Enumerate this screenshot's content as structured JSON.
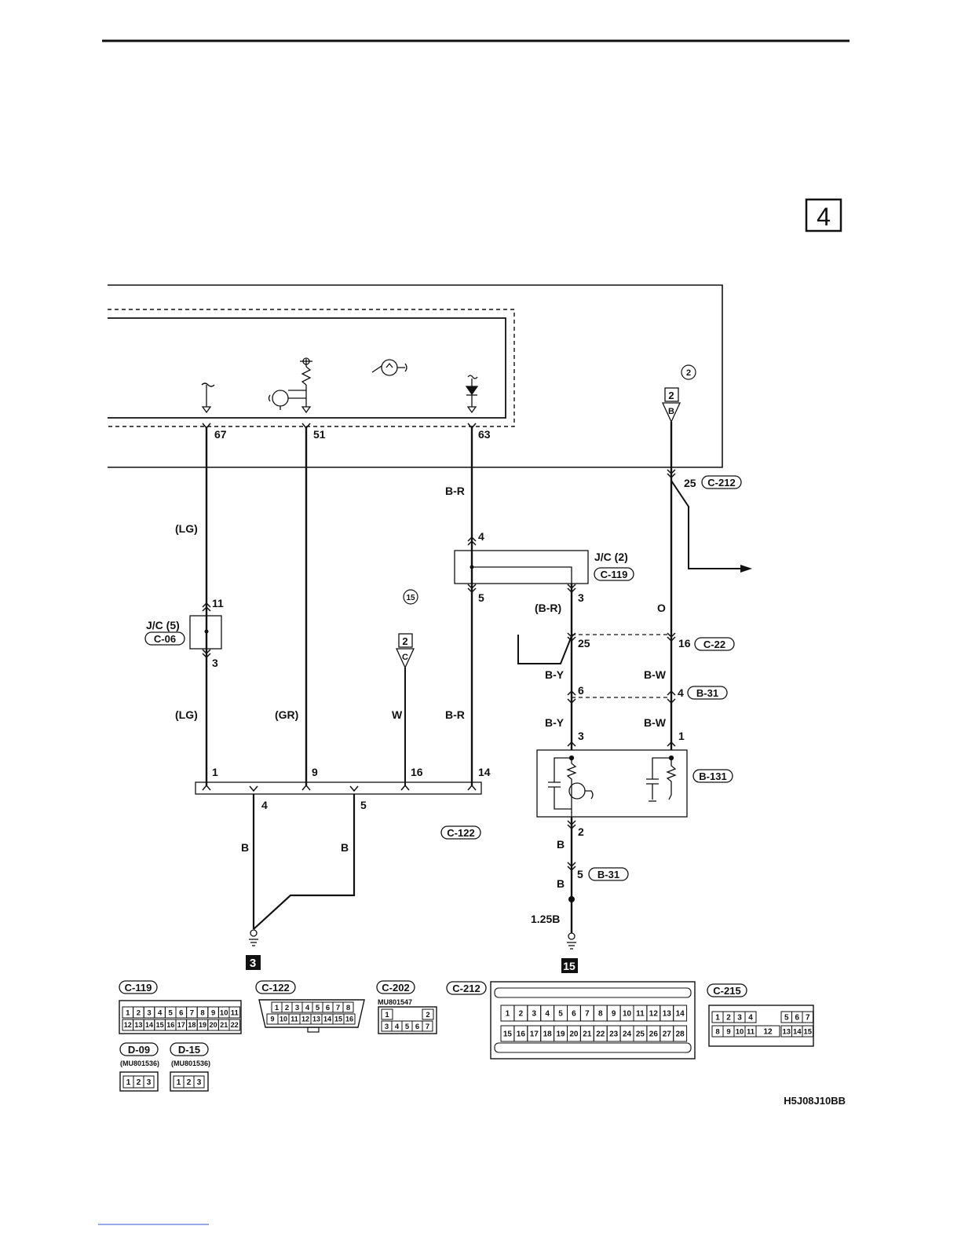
{
  "page": {
    "section_number": "4",
    "diagram_id": "H5J08J10BB"
  },
  "pins": {
    "p67": "67",
    "p51": "51",
    "p63": "63",
    "p25_c212": "25",
    "p4": "4",
    "p5": "5",
    "p3": "3",
    "p11": "11",
    "p3_jc5": "3",
    "p25": "25",
    "p16": "16",
    "p6": "6",
    "p4_b31": "4",
    "p3_b131": "3",
    "p1_b131": "1",
    "p2_b131": "2",
    "p5_b31": "5",
    "c122_p1": "1",
    "c122_p9": "9",
    "c122_p16": "16",
    "c122_p14": "14",
    "c122_p4": "4",
    "c122_p5": "5"
  },
  "wires": {
    "lg_top": "(LG)",
    "lg_bottom": "(LG)",
    "gr": "(GR)",
    "w": "W",
    "br_top": "B-R",
    "br_bottom": "B-R",
    "br_paren": "(B-R)",
    "o": "O",
    "by_1": "B-Y",
    "by_2": "B-Y",
    "bw_1": "B-W",
    "bw_2": "B-W",
    "b_1": "B",
    "b_2": "B",
    "b_3": "B",
    "b_4": "B",
    "b_125": "1.25B"
  },
  "connectors": {
    "c212": "C-212",
    "c119": "C-119",
    "c06": "C-06",
    "c22": "C-22",
    "b31_a": "B-31",
    "b131": "B-131",
    "c122": "C-122",
    "b31_b": "B-31"
  },
  "junctions": {
    "jc2": "J/C (2)",
    "jc5": "J/C (5)"
  },
  "refs": {
    "circle_2": "2",
    "circle_15": "15",
    "tri_right_num": "2",
    "tri_right_letter": "B",
    "tri_mid_num": "2",
    "tri_mid_letter": "C",
    "ground_3": "3",
    "ground_15": "15"
  },
  "views": {
    "c119": {
      "label": "C-119",
      "row1": [
        "1",
        "2",
        "3",
        "4",
        "5",
        "6",
        "7",
        "8",
        "9",
        "10",
        "11"
      ],
      "row2": [
        "12",
        "13",
        "14",
        "15",
        "16",
        "17",
        "18",
        "19",
        "20",
        "21",
        "22"
      ]
    },
    "c122": {
      "label": "C-122",
      "row1": [
        "1",
        "2",
        "3",
        "4",
        "5",
        "6",
        "7",
        "8"
      ],
      "row2": [
        "9",
        "10",
        "11",
        "12",
        "13",
        "14",
        "15",
        "16"
      ]
    },
    "c202": {
      "label": "C-202",
      "part": "MU801547",
      "row1": [
        "1",
        "2"
      ],
      "row2": [
        "3",
        "4",
        "5",
        "6",
        "7"
      ]
    },
    "c212": {
      "label": "C-212",
      "row1": [
        "1",
        "2",
        "3",
        "4",
        "5",
        "6",
        "7",
        "8",
        "9",
        "10",
        "11",
        "12",
        "13",
        "14"
      ],
      "row2": [
        "15",
        "16",
        "17",
        "18",
        "19",
        "20",
        "21",
        "22",
        "23",
        "24",
        "25",
        "26",
        "27",
        "28"
      ]
    },
    "c215": {
      "label": "C-215",
      "row1": [
        "1",
        "2",
        "3",
        "4",
        "5",
        "6",
        "7"
      ],
      "row2": [
        "8",
        "9",
        "10",
        "11",
        "12",
        "13",
        "14",
        "15"
      ]
    },
    "d09": {
      "label": "D-09",
      "part": "(MU801536)",
      "pins": [
        "1",
        "2",
        "3"
      ]
    },
    "d15": {
      "label": "D-15",
      "part": "(MU801536)",
      "pins": [
        "1",
        "2",
        "3"
      ]
    }
  }
}
